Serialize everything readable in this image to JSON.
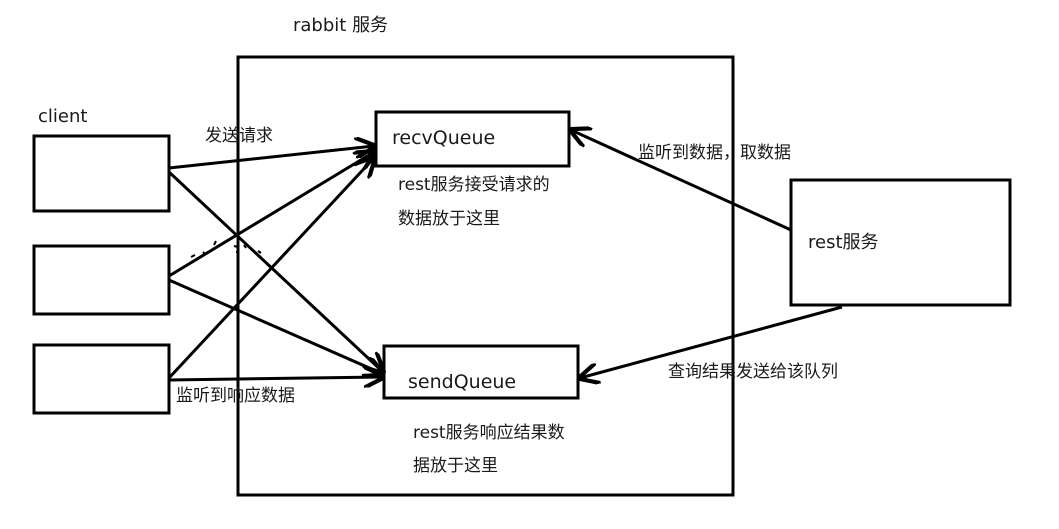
{
  "title": "rabbit 服务",
  "client_label": "client",
  "queues": {
    "recv": "recvQueue",
    "send": "sendQueue"
  },
  "rest_service": "rest服务",
  "edge_labels": {
    "send_request": "发送请求",
    "listen_response": "监听到响应数据",
    "listen_fetch": "监听到数据，取数据",
    "query_send": "查询结果发送给该队列"
  },
  "notes": {
    "recv_line1": "rest服务接受请求的",
    "recv_line2": "数据放于这里",
    "send_line1": "rest服务响应结果数",
    "send_line2": "据放于这里"
  }
}
